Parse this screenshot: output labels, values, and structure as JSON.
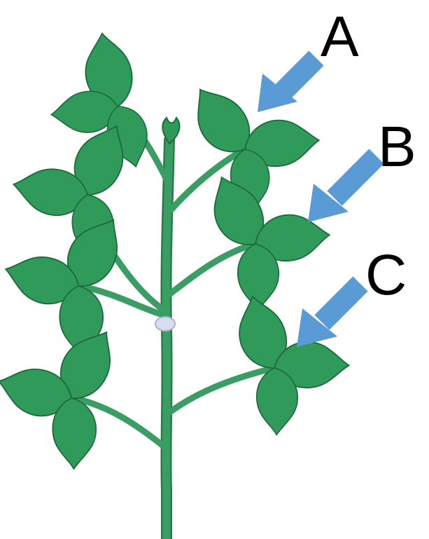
{
  "colors": {
    "leaf": "#2f9a5a",
    "leaf_dark": "#1e6b3c",
    "stem": "#3a9d63",
    "stem_edge": "#2a7a4b",
    "vein": "#bfe8c8",
    "arrow": "#5b9bd5",
    "node_bud": "#d8dcef"
  },
  "labels": [
    {
      "id": "A",
      "text": "A"
    },
    {
      "id": "B",
      "text": "B"
    },
    {
      "id": "C",
      "text": "C"
    }
  ]
}
